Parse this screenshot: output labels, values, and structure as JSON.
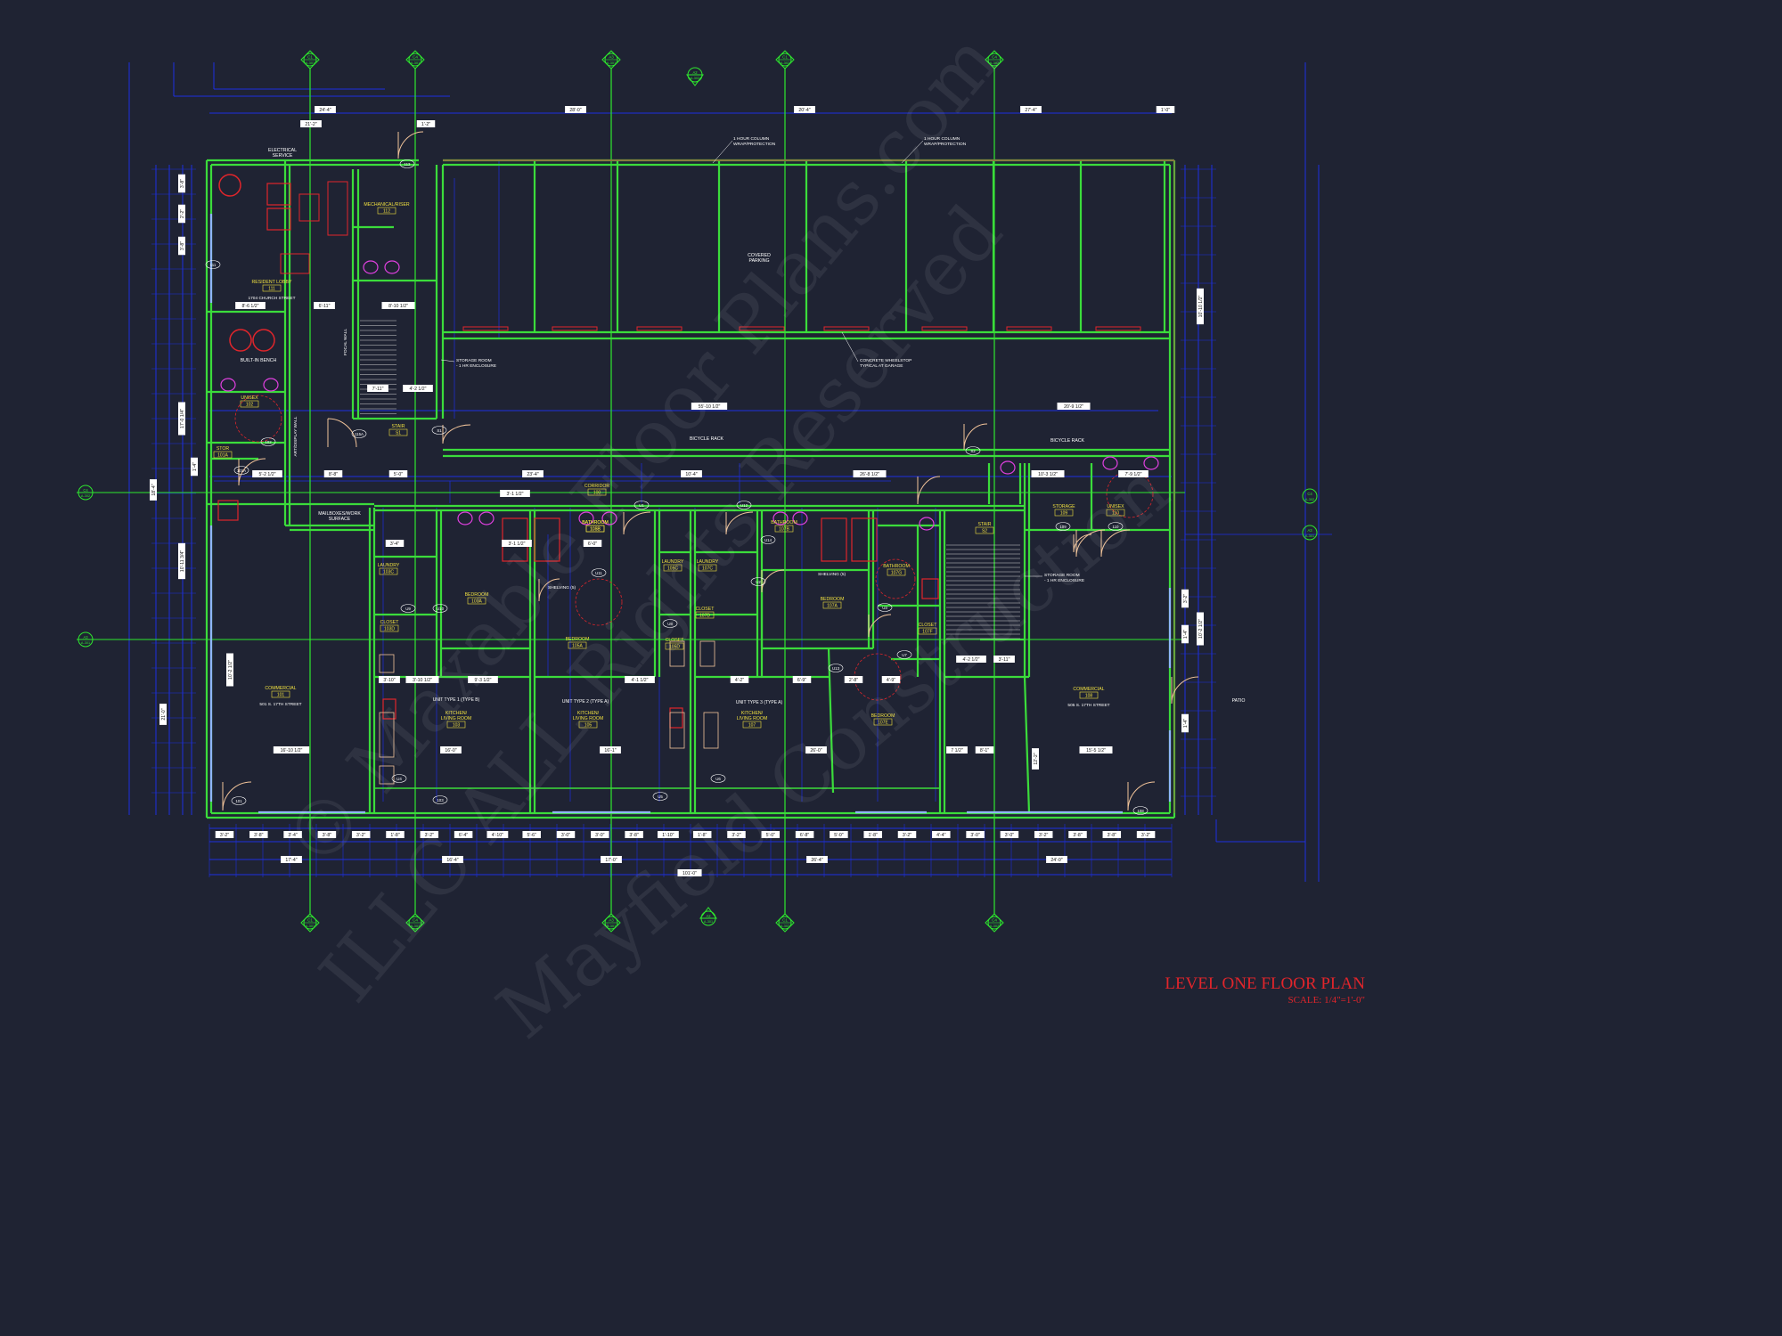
{
  "title": "LEVEL ONE FLOOR PLAN",
  "scale": "SCALE: 1/4\"=1'-0\"",
  "watermarks": [
    "© Maxable Floor Plans.com",
    "ILLC ALL Rights Reserved",
    "Mayfield Construction"
  ],
  "colors": {
    "background": "#1f2333",
    "walls": "#3bdc3b",
    "grid": "#2ee82e",
    "dimensions": "#1d2fe0",
    "fixtures": "#e0252b",
    "fixtures_alt": "#e040e0",
    "labels": "#f0e040",
    "doors": "#f2c49a"
  },
  "grid_top": [
    {
      "line": "C1",
      "sheet": "A-301"
    },
    {
      "line": "C4",
      "sheet": "A-301"
    },
    {
      "line": "A3",
      "sheet": "A-301"
    },
    {
      "line": "C1",
      "sheet": "A-302"
    },
    {
      "line": "C4",
      "sheet": "A-302"
    }
  ],
  "grid_bottom": [
    {
      "line": "C1",
      "sheet": "A-301"
    },
    {
      "line": "C4",
      "sheet": "A-301"
    },
    {
      "line": "A3",
      "sheet": "A-301"
    },
    {
      "line": "C1",
      "sheet": "A-302"
    },
    {
      "line": "C4",
      "sheet": "A-302"
    }
  ],
  "section_top": {
    "line": "A2",
    "sheet": "A-302"
  },
  "section_bottom": {
    "line": "A2",
    "sheet": "A-301"
  },
  "grid_left": [
    {
      "line": "C4",
      "sheet": "A-302"
    },
    {
      "line": "A3",
      "sheet": "A-301"
    }
  ],
  "grid_right": [
    {
      "line": "C4",
      "sheet": "A-302"
    },
    {
      "line": "A3",
      "sheet": "A-301"
    }
  ],
  "rooms": [
    {
      "name": "ELECTRICAL SERVICE"
    },
    {
      "name": "MECHANICAL/RISER",
      "number": "112"
    },
    {
      "name": "RESIDENT LOBBY",
      "number": "111",
      "note": "1704 CHURCH STREET"
    },
    {
      "name": "BUILT-IN BENCH"
    },
    {
      "name": "UNISEX",
      "number": "102"
    },
    {
      "name": "STOR",
      "number": "101A"
    },
    {
      "name": "STAIR",
      "number": "S1"
    },
    {
      "name": "COVERED PARKING"
    },
    {
      "name": "BICYCLE RACK"
    },
    {
      "name": "BICYCLE RACK"
    },
    {
      "name": "CORRIDOR",
      "number": "100"
    },
    {
      "name": "MAILBOXES/WORK SURFACE"
    },
    {
      "name": "COMMERCIAL",
      "number": "101",
      "note": "501 S. 17TH STREET"
    },
    {
      "name": "COMMERCIAL",
      "number": "108",
      "note": "505 S. 17TH STREET"
    },
    {
      "name": "PATIO"
    },
    {
      "name": "STORAGE",
      "number": "109"
    },
    {
      "name": "UNISEX",
      "number": "110"
    },
    {
      "name": "STAIR",
      "number": "S2"
    },
    {
      "name": "LAUNDRY",
      "number": "103C"
    },
    {
      "name": "CLOSET",
      "number": "103D"
    },
    {
      "name": "BEDROOM",
      "number": "103A"
    },
    {
      "name": "BATHROOM",
      "number": "103B"
    },
    {
      "name": "KITCHEN/ LIVING ROOM",
      "number": "103"
    },
    {
      "name": "BATHROOM",
      "number": "105B"
    },
    {
      "name": "BEDROOM",
      "number": "105A"
    },
    {
      "name": "KITCHEN/ LIVING ROOM",
      "number": "105"
    },
    {
      "name": "LAUNDRY",
      "number": "105C"
    },
    {
      "name": "CLOSET",
      "number": "105D"
    },
    {
      "name": "LAUNDRY",
      "number": "107C"
    },
    {
      "name": "CLOSET",
      "number": "107D"
    },
    {
      "name": "BATHROOM",
      "number": "107B"
    },
    {
      "name": "BEDROOM",
      "number": "107A"
    },
    {
      "name": "KITCHEN/ LIVING ROOM",
      "number": "107"
    },
    {
      "name": "BATHROOM",
      "number": "107G"
    },
    {
      "name": "CLOSET",
      "number": "107F"
    },
    {
      "name": "BEDROOM",
      "number": "107E"
    }
  ],
  "unit_labels": [
    "UNIT TYPE 1 (TYPE B)",
    "UNIT TYPE 2 (TYPE A)",
    "UNIT TYPE 3 (TYPE A)"
  ],
  "notes": [
    "1 HOUR COLUMN WRAP/PROTECTION",
    "1 HOUR COLUMN WRAP/PROTECTION",
    "CONCRETE WHEELSTOP TYPICAL AT GARAGE",
    "STORAGE ROOM - 1 HR ENCLOSURE",
    "STORAGE ROOM - 1 HR ENCLOSURE",
    "FOCAL WALL",
    "ART/DISPLAY WALL",
    "SHELVING (5)",
    "SHELVING (5)"
  ],
  "door_tags": [
    "113",
    "111",
    "101",
    "103",
    "115A",
    "S1",
    "S2",
    "102",
    "101A",
    "108",
    "109",
    "110",
    "U1",
    "U2",
    "U3",
    "U4",
    "U5",
    "U6",
    "U7",
    "U8",
    "U9",
    "U10",
    "U11",
    "U12",
    "U13",
    "U14"
  ],
  "dims_top": [
    "24'-4\"",
    "21'-2\"",
    "1'-2\"",
    "28'-0\"",
    "20'-4\"",
    "27'-4\"",
    "1'-0\""
  ],
  "dims_bottom_row1": [
    "3'-2\"",
    "3'-8\"",
    "3'-4\"",
    "3'-8\"",
    "3'-2\"",
    "1'-8\"",
    "3'-2\"",
    "6'-4\"",
    "4'-10\"",
    "5'-6\"",
    "3'-0\"",
    "3'-0\"",
    "3'-8\"",
    "1'-10\"",
    "1'-8\"",
    "3'-2\"",
    "5'-0\"",
    "6'-8\"",
    "5'-0\"",
    "1'-8\"",
    "3'-2\"",
    "4'-4\"",
    "3'-0\"",
    "3'-0\"",
    "3'-2\"",
    "3'-8\"",
    "3'-8\"",
    "3'-2\""
  ],
  "dims_bottom_row2": [
    "17'-4\"",
    "16'-4\"",
    "17'-0\"",
    "26'-4\"",
    "24'-0\""
  ],
  "dims_bottom_total": "101'-0\"",
  "dims_middle": [
    "55'-10 1/2\"",
    "20'-9 1/2\"",
    "8'-6 1/2\"",
    "6'-11\"",
    "8'-10 1/2\"",
    "7'-11\"",
    "4'-2 1/2\"",
    "5'-2 1/2\"",
    "8'-8\"",
    "5'-0\"",
    "23'-4\"",
    "10'-4\"",
    "26'-8 1/2\"",
    "10'-3 1/2\"",
    "7'-9 1/2\"",
    "3'-1 1/2\"",
    "16'-10 1/2\"",
    "16'-0\"",
    "16'-1\"",
    "26'-0\"",
    "15'-5 1/2\"",
    "7 1/2\"",
    "8'-1\"",
    "4'-2 1/2\"",
    "3'-11\"",
    "3'-10\"",
    "3'-4\"",
    "6'-0\"",
    "3'-1 1/2\"",
    "4'-9\"",
    "2'-8\"",
    "6'-9\"",
    "4'-2\"",
    "9'-3 1/2\"",
    "3'-10 1/2\"",
    "4'-1 1/2\""
  ],
  "dims_left": [
    "18'-4\"",
    "17'-0 1/4\"",
    "10'-11 3/4\"",
    "10'-2 1/2\"",
    "21'-0\"",
    "3'-8\"",
    "2'-2\"",
    "3'-8\"",
    "1'-4\""
  ],
  "dims_right": [
    "10'-10 1/2\"",
    "10'-2 1/2\"",
    "12'-2\"",
    "3'-2\"",
    "1'-4\"",
    "1'-4\""
  ]
}
